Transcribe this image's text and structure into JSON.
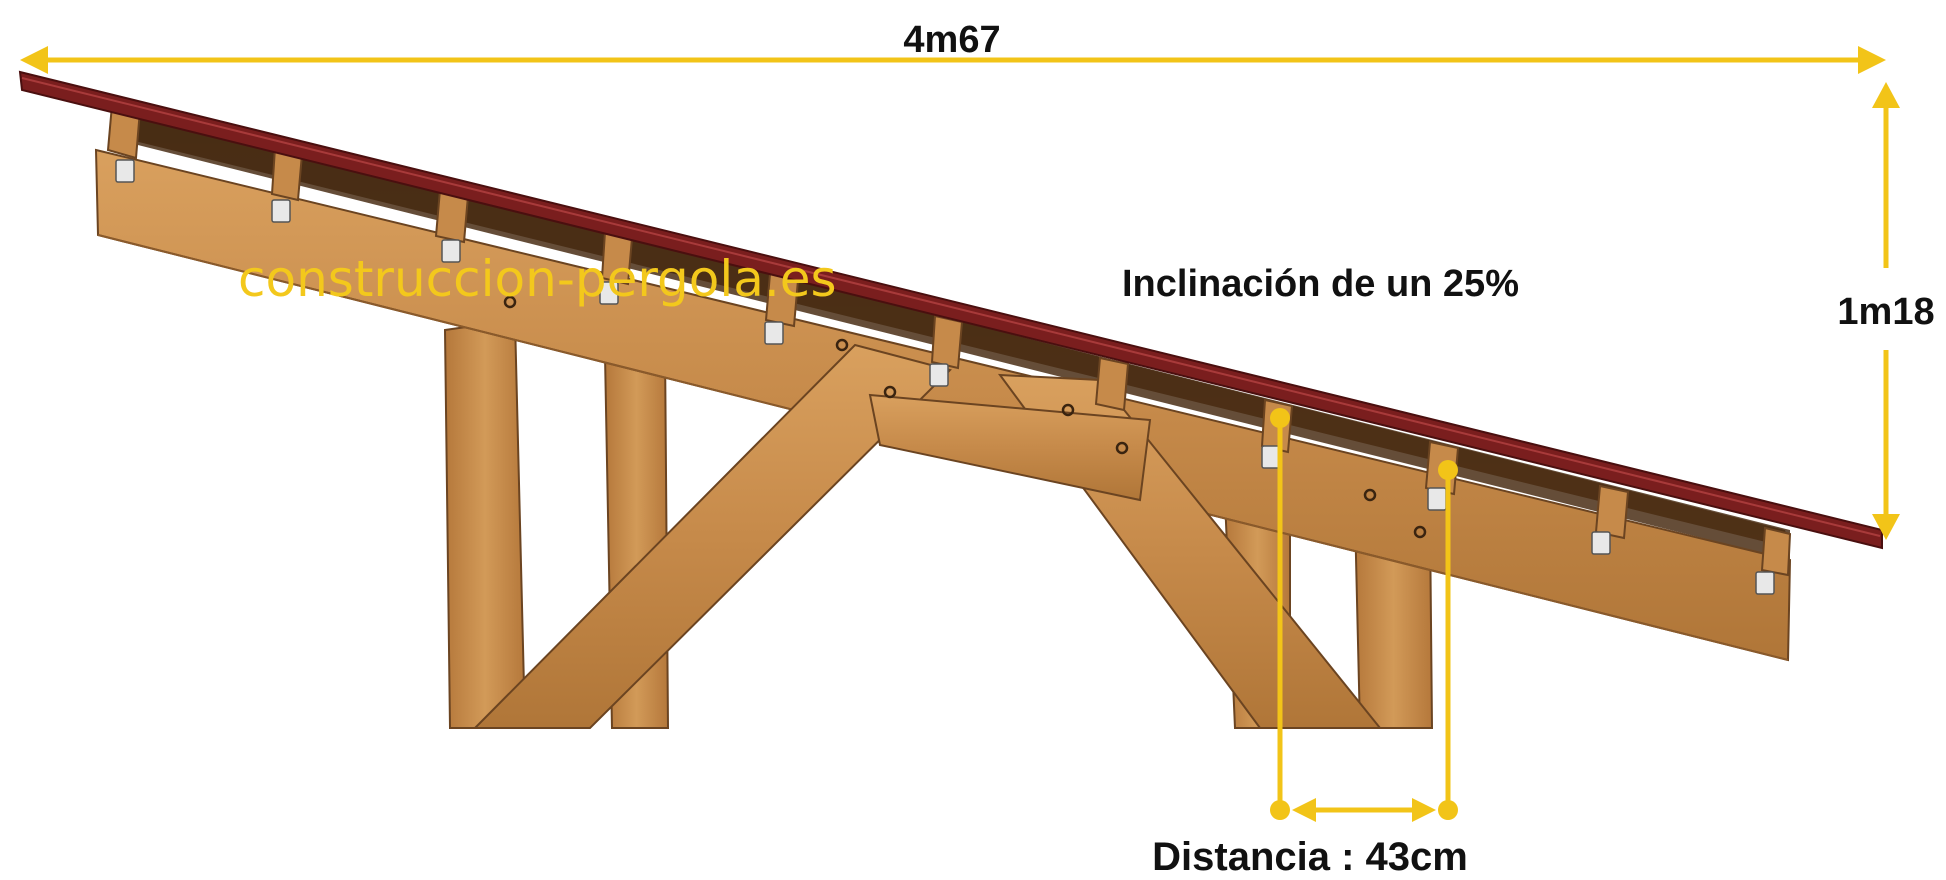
{
  "diagram": {
    "width_label": "4m67",
    "height_label": "1m18",
    "slope_label": "Inclinación de un 25%",
    "spacing_label": "Distancia : 43cm",
    "watermark": "construccion-pergola.es"
  },
  "colors": {
    "dimension": "#F2C418",
    "watermark": "#F3C81C",
    "wood": "#C98E4F",
    "wood_dark": "#A8713A",
    "wood_shadow": "#5A3A1E",
    "roof_panel": "#7A1E1E",
    "roof_edge": "#4A0F0F",
    "bracket": "#E6E6E6",
    "text": "#111111"
  }
}
